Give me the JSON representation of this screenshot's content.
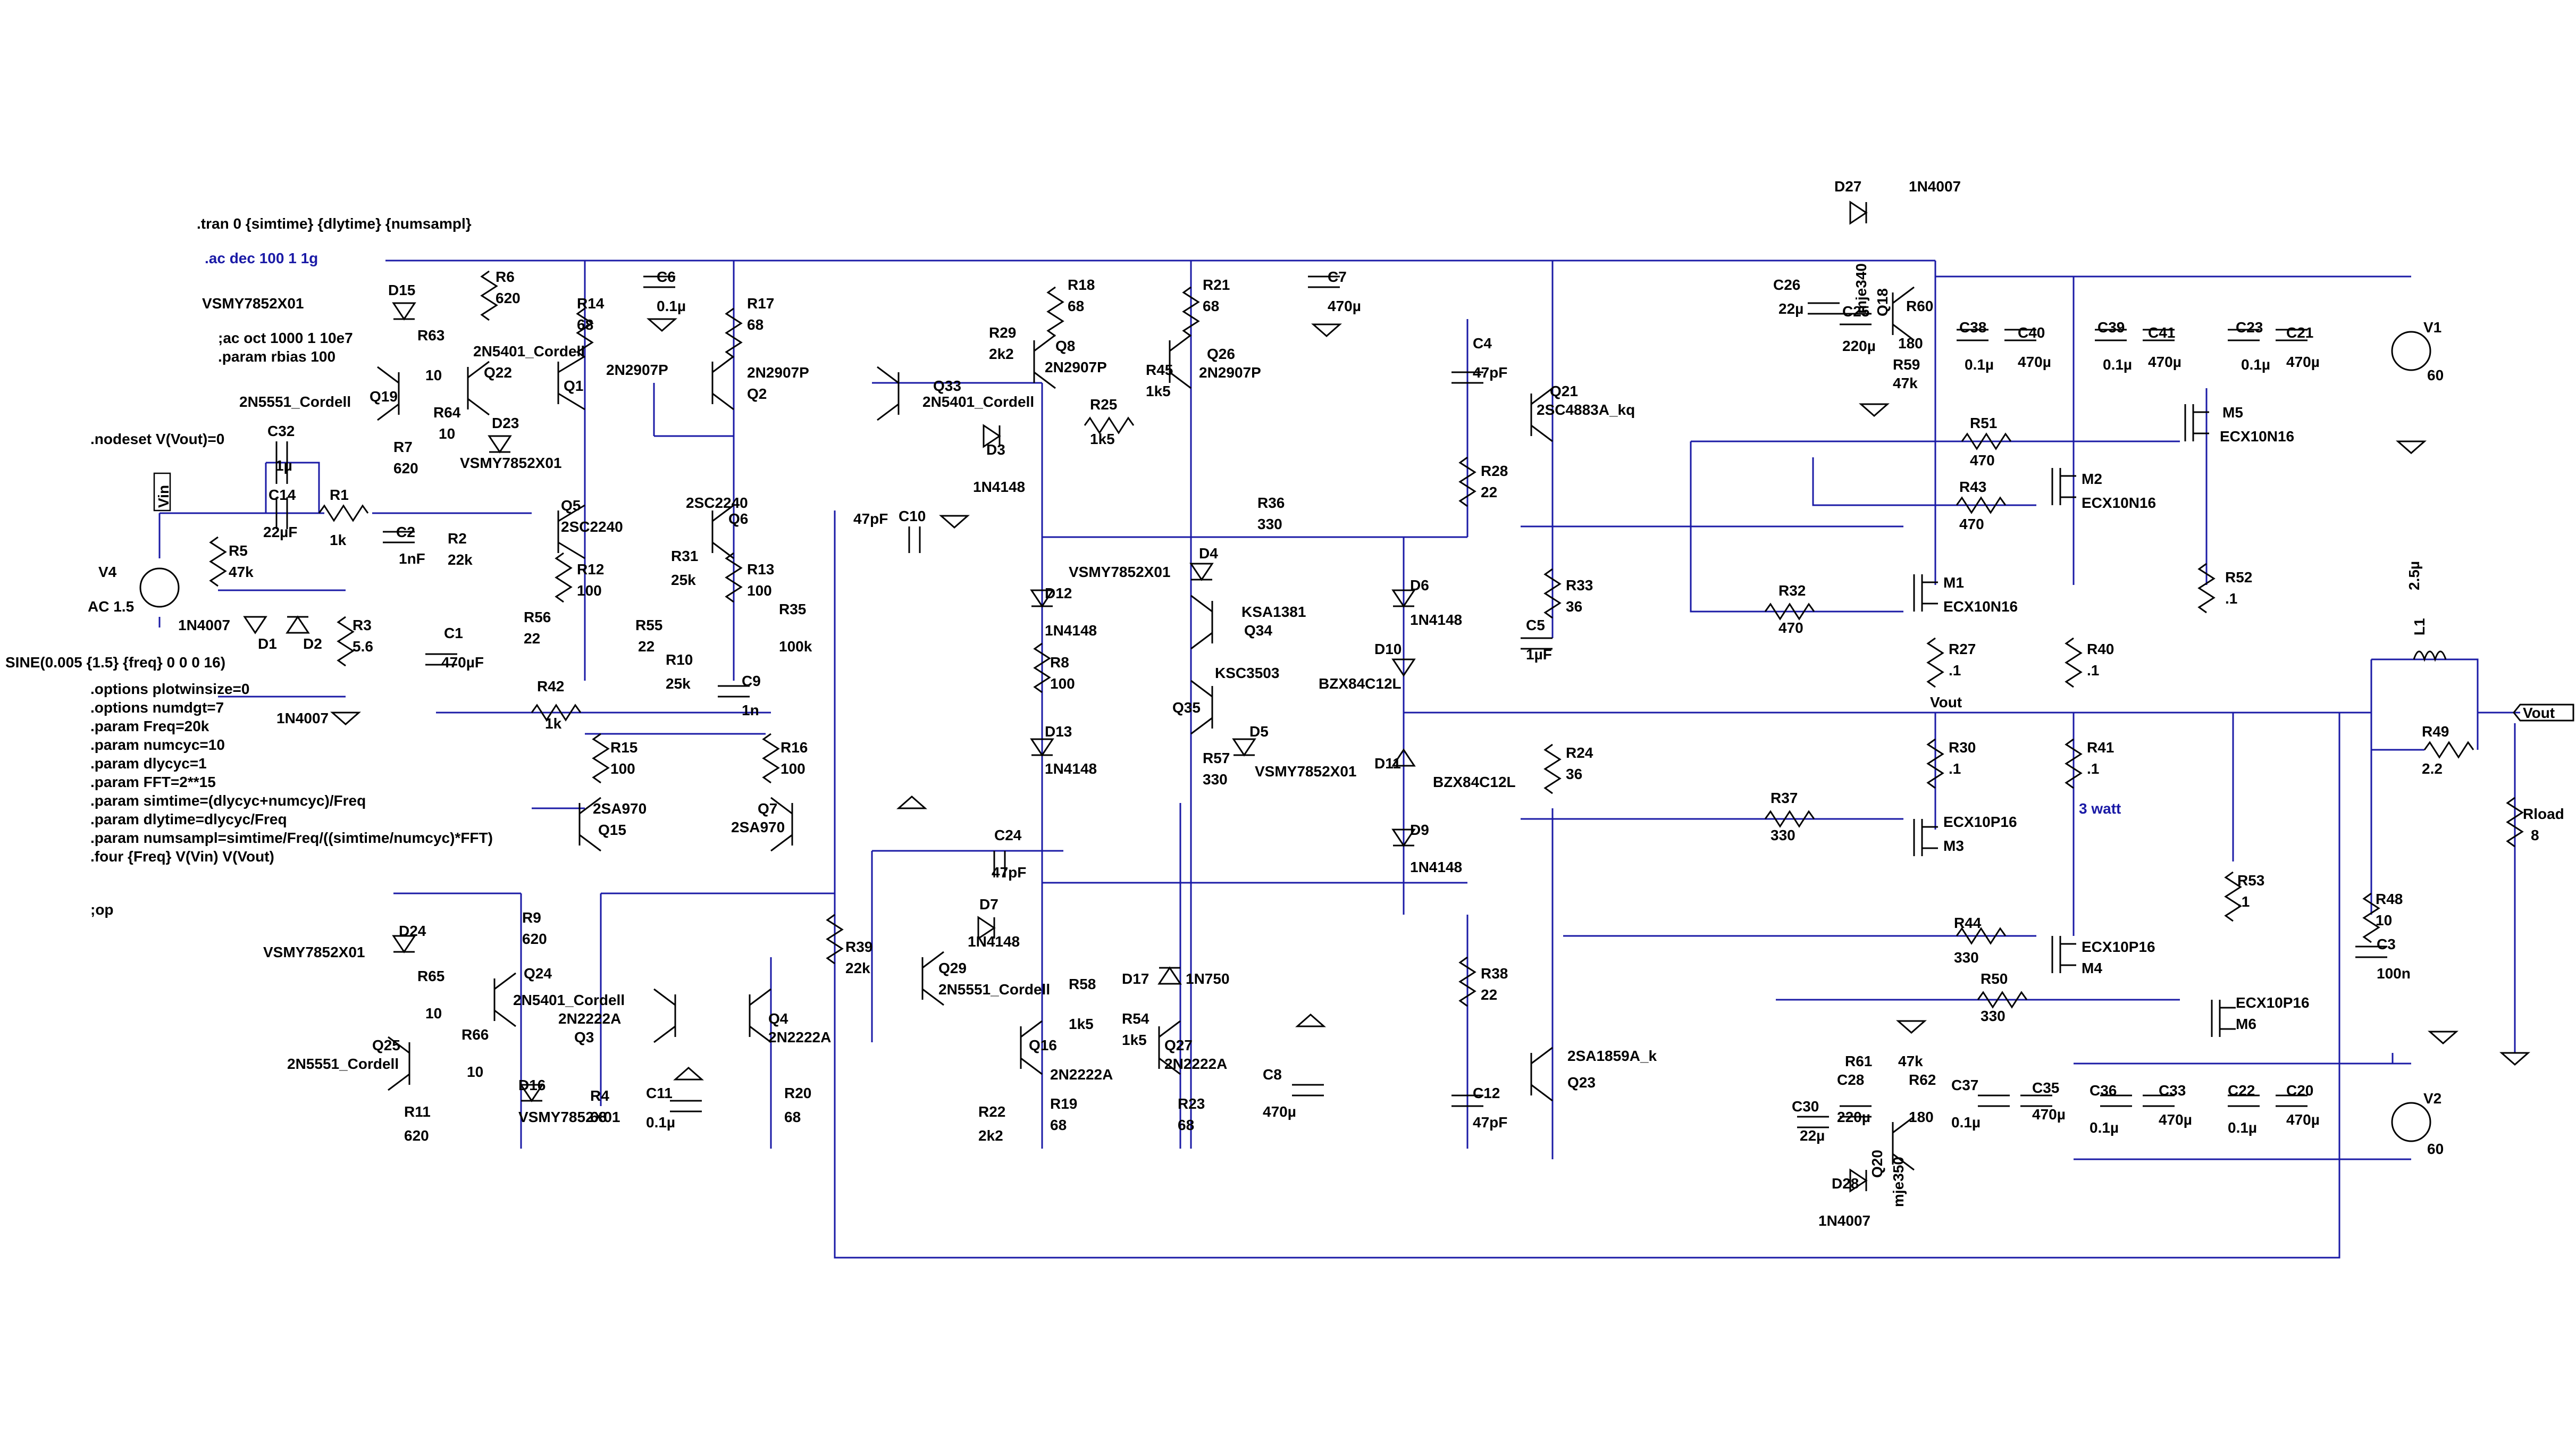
{
  "directives": {
    "tran": ".tran 0 {simtime} {dlytime} {numsampl}",
    "ac_dec": ".ac dec 100 1 1g",
    "ac_oct": ";ac oct 1000 1 10e7",
    "param_rbias": ".param rbias 100",
    "nodeset": ".nodeset V(Vout)=0",
    "sine": "SINE(0.005 {1.5} {freq} 0 0 0 16)",
    "opt1": ".options plotwinsize=0",
    "opt2": ".options numdgt=7",
    "p1": ".param Freq=20k",
    "p2": ".param numcyc=10",
    "p3": ".param dlycyc=1",
    "p4": ".param FFT=2**15",
    "p5": ".param simtime=(dlycyc+numcyc)/Freq",
    "p6": ".param dlytime=dlycyc/Freq",
    "p7": ".param numsampl=simtime/Freq/((simtime/numcyc)*FFT)",
    "four": ".four {Freq} V(Vin) V(Vout)",
    "op": ";op",
    "power_note": "3 watt"
  },
  "nets": {
    "vin": "Vin",
    "vout_flag": "Vout",
    "vout_node": "Vout"
  },
  "labels": {
    "V4": "V4",
    "V4_val": "AC 1.5",
    "V1": "V1",
    "V1_val": "60",
    "V2": "V2",
    "V2_val": "60",
    "R1": "R1",
    "R1_val": "1k",
    "R2": "R2",
    "R2_val": "22k",
    "R3": "R3",
    "R3_val": "5.6",
    "R4": "R4",
    "R4_val": "68",
    "R5": "R5",
    "R5_val": "47k",
    "R6": "R6",
    "R6_val": "620",
    "R7": "R7",
    "R7_val": "620",
    "R8": "R8",
    "R8_val": "100",
    "R9": "R9",
    "R9_val": "620",
    "R10": "R10",
    "R10_val": "25k",
    "R11": "R11",
    "R11_val": "620",
    "R12": "R12",
    "R12_val": "100",
    "R13": "R13",
    "R13_val": "100",
    "R14": "R14",
    "R14_val": "68",
    "R15": "R15",
    "R15_val": "100",
    "R16": "R16",
    "R16_val": "100",
    "R17": "R17",
    "R17_val": "68",
    "R18": "R18",
    "R18_val": "68",
    "R19": "R19",
    "R19_val": "68",
    "R20": "R20",
    "R20_val": "68",
    "R21": "R21",
    "R21_val": "68",
    "R22": "R22",
    "R22_val": "2k2",
    "R23": "R23",
    "R23_val": "68",
    "R24": "R24",
    "R24_val": "36",
    "R25": "R25",
    "R25_val": "1k5",
    "R27": "R27",
    "R27_val": ".1",
    "R28": "R28",
    "R28_val": "22",
    "R29": "R29",
    "R29_val": "2k2",
    "R30": "R30",
    "R30_val": ".1",
    "R31": "R31",
    "R31_val": "25k",
    "R32": "R32",
    "R32_val": "470",
    "R33": "R33",
    "R33_val": "36",
    "R35": "R35",
    "R35_val": "100k",
    "R36": "R36",
    "R36_val": "330",
    "R37": "R37",
    "R37_val": "330",
    "R38": "R38",
    "R38_val": "22",
    "R39": "R39",
    "R39_val": "22k",
    "R40": "R40",
    "R40_val": ".1",
    "R41": "R41",
    "R41_val": ".1",
    "R42": "R42",
    "R42_val": "1k",
    "R43": "R43",
    "R43_val": "470",
    "R44": "R44",
    "R44_val": "330",
    "R45": "R45",
    "R45_val": "1k5",
    "R48": "R48",
    "R48_val": "10",
    "R49": "R49",
    "R49_val": "2.2",
    "R50": "R50",
    "R50_val": "330",
    "R51": "R51",
    "R51_val": "470",
    "R52": "R52",
    "R52_val": ".1",
    "R53": "R53",
    "R53_val": ".1",
    "R54": "R54",
    "R54_val": "1k5",
    "R55": "R55",
    "R55_val": "22",
    "R56": "R56",
    "R56_val": "22",
    "R57": "R57",
    "R57_val": "330",
    "R58": "R58",
    "R58_val": "1k5",
    "R59": "R59",
    "R59_val": "47k",
    "R60": "R60",
    "R60_val": "180",
    "R61": "R61",
    "R61_val": "47k",
    "R62": "R62",
    "R62_val": "180",
    "R63": "R63",
    "R63_val": "10",
    "R64": "R64",
    "R64_val": "10",
    "R65": "R65",
    "R65_val": "10",
    "R66": "R66",
    "R66_val": "10",
    "Rload": "Rload",
    "Rload_val": "8",
    "C1": "C1",
    "C1_val": "470µF",
    "C2": "C2",
    "C2_val": "1nF",
    "C3": "C3",
    "C3_val": "100n",
    "C4": "C4",
    "C4_val": "47pF",
    "C5": "C5",
    "C5_val": "1µF",
    "C6": "C6",
    "C6_val": "0.1µ",
    "C7": "C7",
    "C7_val": "470µ",
    "C8": "C8",
    "C8_val": "470µ",
    "C9": "C9",
    "C9_val": "1n",
    "C10": "C10",
    "C10_val": "47pF",
    "C11": "C11",
    "C11_val": "0.1µ",
    "C12": "C12",
    "C12_val": "47pF",
    "C14": "C14",
    "C14_val": "22µF",
    "C20": "C20",
    "C20_val": "470µ",
    "C21": "C21",
    "C21_val": "470µ",
    "C22": "C22",
    "C22_val": "0.1µ",
    "C23": "C23",
    "C23_val": "0.1µ",
    "C24": "C24",
    "C24_val": "47pF",
    "C25": "C25",
    "C25_val": "220µ",
    "C26": "C26",
    "C26_val": "22µ",
    "C28": "C28",
    "C28_val": "220µ",
    "C30": "C30",
    "C30_val": "22µ",
    "C32": "C32",
    "C32_val": "1µ",
    "C33": "C33",
    "C33_val": "470µ",
    "C35": "C35",
    "C35_val": "470µ",
    "C36": "C36",
    "C36_val": "0.1µ",
    "C37": "C37",
    "C37_val": "0.1µ",
    "C38": "C38",
    "C38_val": "0.1µ",
    "C39": "C39",
    "C39_val": "0.1µ",
    "C40": "C40",
    "C40_val": "470µ",
    "C41": "C41",
    "C41_val": "470µ",
    "L1": "L1",
    "L1_val": "2.5µ",
    "D1": "D1",
    "D2": "D2",
    "D1_model": "1N4007",
    "D2_model": "1N4007",
    "D3": "D3",
    "D3_model": "1N4148",
    "D4": "D4",
    "D4_model": "VSMY7852X01",
    "D5": "D5",
    "D5_model": "VSMY7852X01",
    "D6": "D6",
    "D6_model": "1N4148",
    "D7": "D7",
    "D7_model": "1N4148",
    "D9": "D9",
    "D9_model": "1N4148",
    "D10": "D10",
    "D10_model": "BZX84C12L",
    "D11": "D11",
    "D11_model": "BZX84C12L",
    "D12": "D12",
    "D12_model": "1N4148",
    "D13": "D13",
    "D13_model": "1N4148",
    "D15": "D15",
    "D15_model": "VSMY7852X01",
    "D16": "D16",
    "D16_model": "VSMY7852X01",
    "D17": "D17",
    "D17_model": "1N750",
    "D23": "D23",
    "D23_model": "VSMY7852X01",
    "D24": "D24",
    "D24_model": "VSMY7852X01",
    "D27": "D27",
    "D27_model": "1N4007",
    "D28": "D28",
    "D28_model": "1N4007",
    "Q1": "Q1",
    "Q1_model": "2N2907P",
    "Q2": "Q2",
    "Q2_model": "2N2907P",
    "Q3": "Q3",
    "Q3_model": "2N2222A",
    "Q4": "Q4",
    "Q4_model": "2N2222A",
    "Q5": "Q5",
    "Q5_model": "2SC2240",
    "Q6": "Q6",
    "Q6_model": "2SC2240",
    "Q7": "Q7",
    "Q7_model": "2SA970",
    "Q8": "Q8",
    "Q8_model": "2N2907P",
    "Q15": "Q15",
    "Q15_model": "2SA970",
    "Q16": "Q16",
    "Q16_model": "2N2222A",
    "Q18": "Q18",
    "Q18_model": "mje340",
    "Q19": "Q19",
    "Q19_model": "2N5551_Cordell",
    "Q20": "Q20",
    "Q20_model": "mje350",
    "Q21": "Q21",
    "Q21_model": "2SC4883A_kq",
    "Q22": "Q22",
    "Q22_model": "2N5401_Cordell",
    "Q23": "Q23",
    "Q23_model": "2SA1859A_k",
    "Q24": "Q24",
    "Q24_model": "2N5401_Cordell",
    "Q25": "Q25",
    "Q25_model": "2N5551_Cordell",
    "Q26": "Q26",
    "Q26_model": "2N2907P",
    "Q27": "Q27",
    "Q27_model": "2N2222A",
    "Q29": "Q29",
    "Q29_model": "2N5551_Cordell",
    "Q33": "Q33",
    "Q33_model": "2N5401_Cordell",
    "Q34": "Q34",
    "Q34_model": "KSA1381",
    "Q35": "Q35",
    "Q35_model": "KSC3503",
    "M1": "M1",
    "M1_model": "ECX10N16",
    "M2": "M2",
    "M2_model": "ECX10N16",
    "M3": "M3",
    "M3_model": "ECX10P16",
    "M4": "M4",
    "M4_model": "ECX10P16",
    "M5": "M5",
    "M5_model": "ECX10N16",
    "M6": "M6",
    "M6_model": "ECX10P16"
  }
}
